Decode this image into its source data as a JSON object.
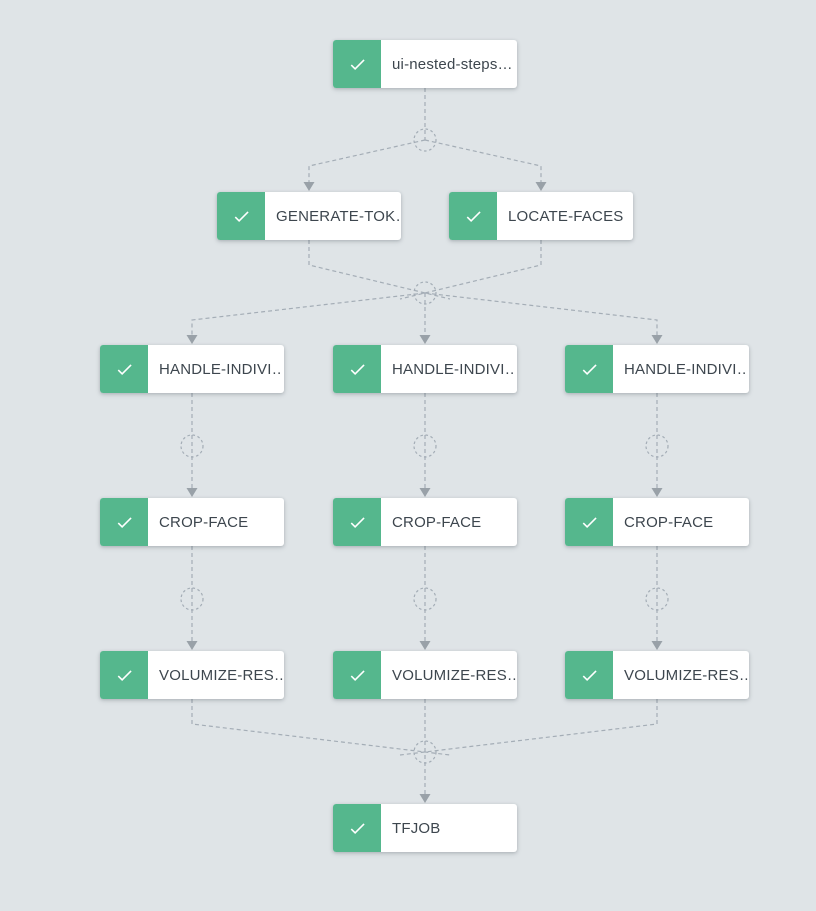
{
  "app": {
    "title": "Pipeline graph",
    "background_color": "#dfe4e7"
  },
  "colors": {
    "node_background": "#ffffff",
    "status_success_green": "#55b78d",
    "label_text": "#3d464e",
    "edge_line": "#a4adb6",
    "arrowhead": "#99a1a8",
    "check_icon": "#ffffff"
  },
  "icons": {
    "node_status": "check-icon",
    "connector": "dashed-circle",
    "edge_end": "triangle-down-arrowhead"
  },
  "graph": {
    "connector_circle_count": 9,
    "nodes": [
      {
        "id": 0,
        "label": "ui-nested-steps…",
        "status": "succeeded"
      },
      {
        "id": 1,
        "label": "GENERATE-TOK…",
        "status": "succeeded"
      },
      {
        "id": 2,
        "label": "LOCATE-FACES",
        "status": "succeeded"
      },
      {
        "id": 3,
        "label": "HANDLE-INDIVI…",
        "status": "succeeded"
      },
      {
        "id": 4,
        "label": "HANDLE-INDIVI…",
        "status": "succeeded"
      },
      {
        "id": 5,
        "label": "HANDLE-INDIVI…",
        "status": "succeeded"
      },
      {
        "id": 6,
        "label": "CROP-FACE",
        "status": "succeeded"
      },
      {
        "id": 7,
        "label": "CROP-FACE",
        "status": "succeeded"
      },
      {
        "id": 8,
        "label": "CROP-FACE",
        "status": "succeeded"
      },
      {
        "id": 9,
        "label": "VOLUMIZE-RES…",
        "status": "succeeded"
      },
      {
        "id": 10,
        "label": "VOLUMIZE-RES…",
        "status": "succeeded"
      },
      {
        "id": 11,
        "label": "VOLUMIZE-RES…",
        "status": "succeeded"
      },
      {
        "id": 12,
        "label": "TFJOB",
        "status": "succeeded"
      }
    ],
    "edges": [
      {
        "from": 0,
        "to": 1
      },
      {
        "from": 0,
        "to": 2
      },
      {
        "from": 1,
        "to": 3
      },
      {
        "from": 1,
        "to": 4
      },
      {
        "from": 1,
        "to": 5
      },
      {
        "from": 2,
        "to": 3
      },
      {
        "from": 2,
        "to": 4
      },
      {
        "from": 2,
        "to": 5
      },
      {
        "from": 3,
        "to": 6
      },
      {
        "from": 4,
        "to": 7
      },
      {
        "from": 5,
        "to": 8
      },
      {
        "from": 6,
        "to": 9
      },
      {
        "from": 7,
        "to": 10
      },
      {
        "from": 8,
        "to": 11
      },
      {
        "from": 9,
        "to": 12
      },
      {
        "from": 10,
        "to": 12
      },
      {
        "from": 11,
        "to": 12
      }
    ]
  }
}
